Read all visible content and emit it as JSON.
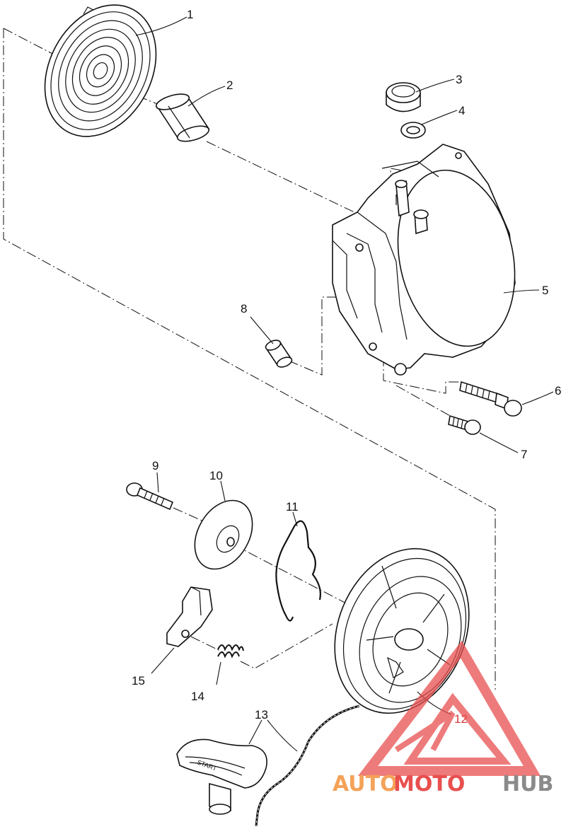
{
  "callouts": {
    "p1": "1",
    "p2": "2",
    "p3": "3",
    "p4": "4",
    "p5": "5",
    "p6": "6",
    "p7": "7",
    "p8": "8",
    "p9": "9",
    "p10": "10",
    "p11": "11",
    "p12": "12",
    "p13": "13",
    "p14": "14",
    "p15": "15"
  },
  "handle_text": "START",
  "watermark": {
    "part_a": "AUTO",
    "part_b": "MOTO",
    "part_c": "HUB",
    "color_orange": "#f4a259",
    "color_red": "#e94f4f",
    "color_gray": "#8a8a8a"
  }
}
